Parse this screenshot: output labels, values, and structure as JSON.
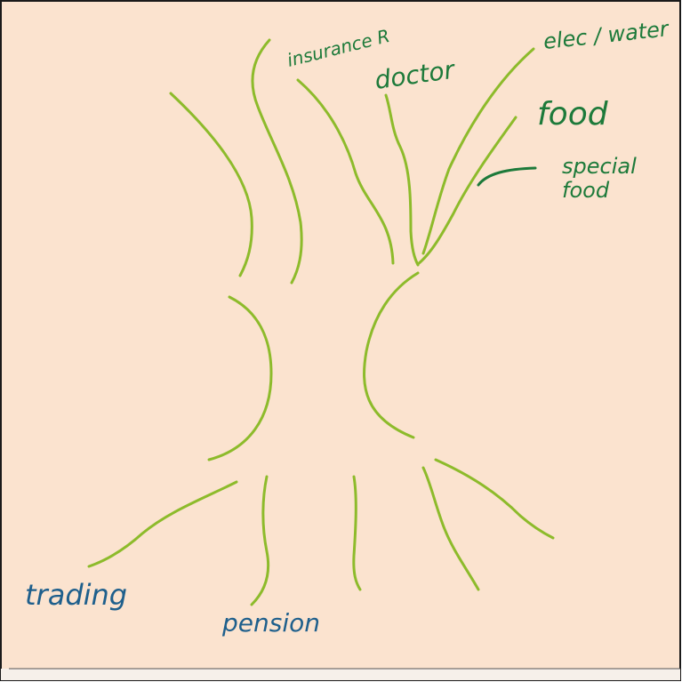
{
  "colors": {
    "paper": "#fbe3cf",
    "border": "#1a1a1a",
    "branch_green": "#8dbb2b",
    "label_green": "#1d7a3a",
    "label_blue": "#1e5f8c"
  },
  "labels": {
    "insurance": "insurance R",
    "doctor": "doctor",
    "elec_water": "elec / water",
    "food": "food",
    "special_food_line1": "special",
    "special_food_line2": "food",
    "trading": "trading",
    "pension": "pension"
  }
}
